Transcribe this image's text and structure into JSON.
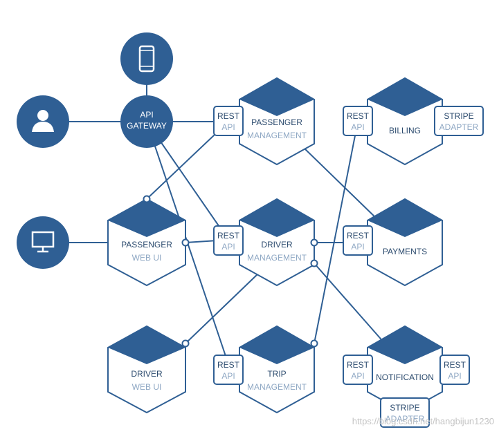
{
  "gateway": {
    "line1": "API",
    "line2": "GATEWAY"
  },
  "rest": {
    "line1": "REST",
    "line2": "API"
  },
  "stripe": {
    "line1": "STRIPE",
    "line2": "ADAPTER"
  },
  "services": {
    "passenger_mgmt": {
      "line1": "PASSENGER",
      "line2": "MANAGEMENT"
    },
    "billing": {
      "line1": "BILLING"
    },
    "passenger_web": {
      "line1": "PASSENGER",
      "line2": "WEB UI"
    },
    "driver_mgmt": {
      "line1": "DRIVER",
      "line2": "MANAGEMENT"
    },
    "payments": {
      "line1": "PAYMENTS"
    },
    "driver_web": {
      "line1": "DRIVER",
      "line2": "WEB UI"
    },
    "trip_mgmt": {
      "line1": "TRIP",
      "line2": "MANAGEMENT"
    },
    "notification": {
      "line1": "NOTIFICATION"
    }
  },
  "clients": {
    "mobile": "phone-icon",
    "user": "user-icon",
    "desktop": "monitor-icon"
  },
  "watermark": "https://blog.csdn.net/hangbijun1230",
  "colors": {
    "primary": "#2f5f94",
    "line": "#2f5f94",
    "muted_text": "#8fa8c4"
  }
}
